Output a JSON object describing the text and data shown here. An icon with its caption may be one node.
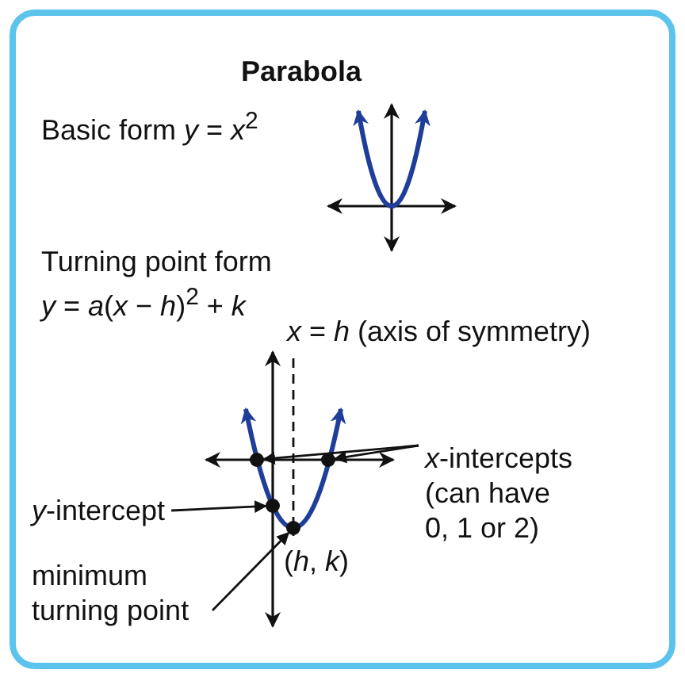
{
  "diagram": {
    "title": "Parabola",
    "nodes": [
      {
        "text": [
          "*x*-intercepts (can have 0, 1 or 2)"
        ]
      },
      {
        "text": [
          "*y*-intercept"
        ]
      },
      {
        "text": [
          "minimum turning point"
        ]
      },
      {
        "text": [],
        "shape": "circle"
      },
      {
        "text": [],
        "shape": "circle"
      },
      {
        "text": [],
        "shape": "circle"
      },
      {
        "text": [],
        "shape": "circle"
      }
    ],
    "edges": [
      {
        "from": 0,
        "to": 3,
        "arrow": "to"
      },
      {
        "from": 0,
        "to": 4,
        "arrow": "to"
      },
      {
        "from": 1,
        "to": 5,
        "arrow": "to"
      },
      {
        "from": 2,
        "to": 6,
        "arrow": "to"
      }
    ],
    "labels": [
      "Basic form *y* = *x*$^{2}$",
      "Turning point form",
      "*y* = *a*(*x* − *h*)$^{2}$ + *k*",
      "*x* = *h* (axis of symmetry)",
      "(*h*, *k*)"
    ]
  }
}
